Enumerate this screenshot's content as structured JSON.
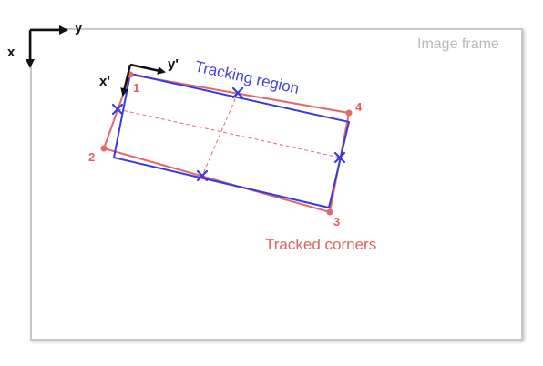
{
  "axes": {
    "image_x": "x",
    "image_y": "y",
    "local_x": "x'",
    "local_y": "y'"
  },
  "frame_label": "Image frame",
  "tracking_region_label": "Tracking region",
  "tracked_corners_label": "Tracked corners",
  "corners": [
    "1",
    "2",
    "3",
    "4"
  ],
  "colors": {
    "tracking_region": "#3a3ae0",
    "tracked_corners": "#e06a6a",
    "frame": "#c8c8c8",
    "axes": "#111111"
  }
}
